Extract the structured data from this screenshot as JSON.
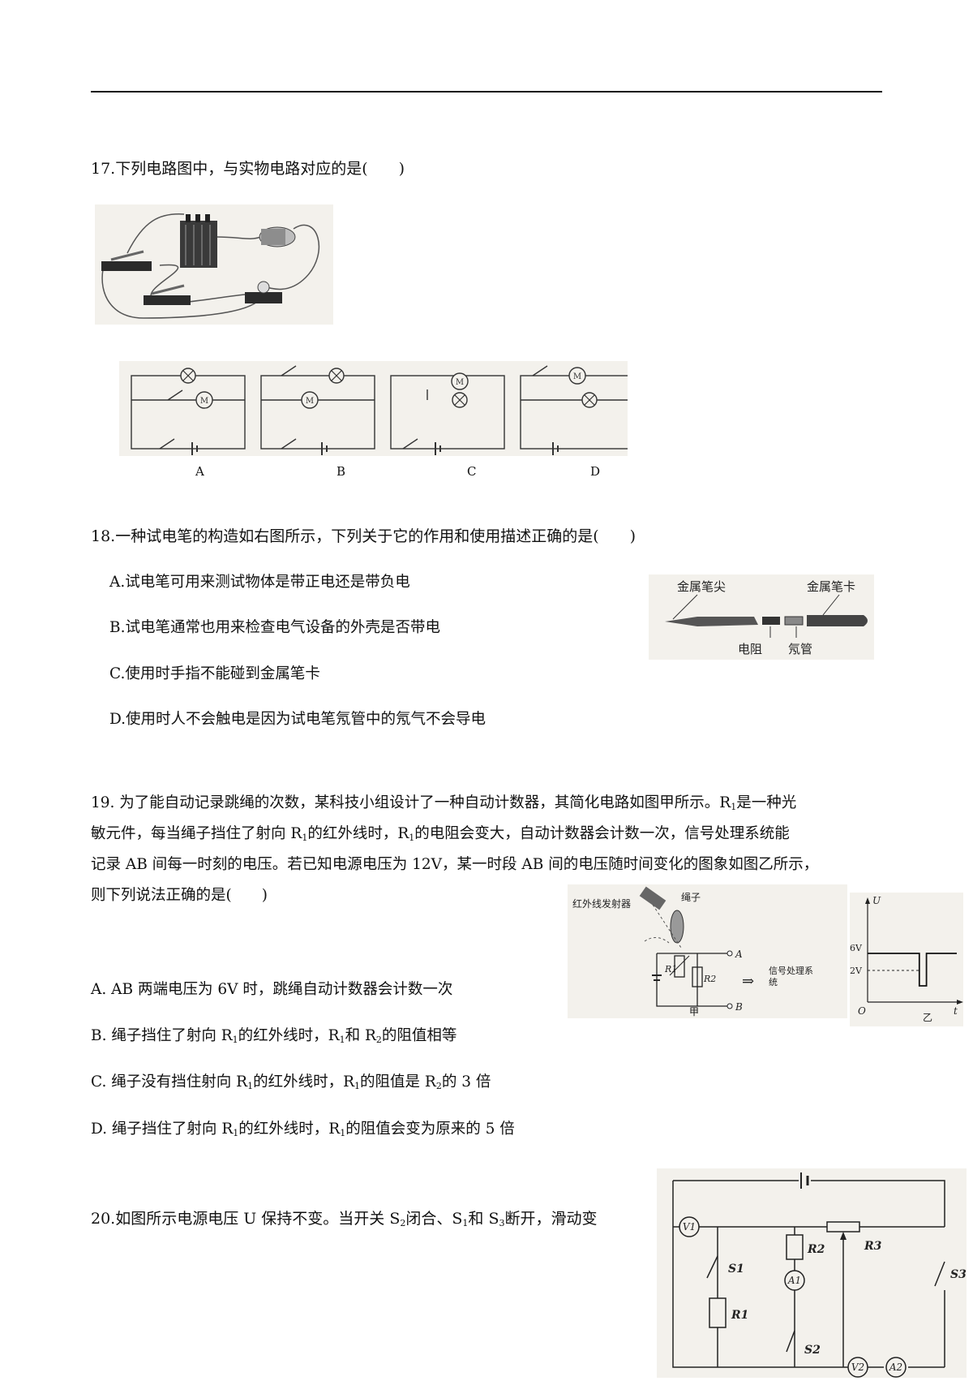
{
  "q17": {
    "stem": "17.下列电路图中，与实物电路对应的是(　　)",
    "choices": [
      "A",
      "B",
      "C",
      "D"
    ],
    "motor_symbol": "M"
  },
  "q18": {
    "stem": "18.一种试电笔的构造如右图所示，下列关于它的作用和使用描述正确的是(　　)",
    "options": {
      "a": "A.试电笔可用来测试物体是带正电还是带负电",
      "b": "B.试电笔通常也用来检查电气设备的外壳是否带电",
      "c": "C.使用时手指不能碰到金属笔卡",
      "d": "D.使用时人不会触电是因为试电笔氖管中的氖气不会导电"
    },
    "figure_labels": {
      "tip": "金属笔尖",
      "clip": "金属笔卡",
      "resistor": "电阻",
      "neon": "氖管"
    }
  },
  "q19": {
    "line1_a": "19. 为了能自动记录跳绳的次数，某科技小组设计了一种自动计数器，其简化电路如图甲所示。R",
    "line1_sub": "1",
    "line1_b": "是一种光",
    "line2_a": "敏元件，每当绳子挡住了射向 R",
    "line2_sub1": "1",
    "line2_b": "的红外线时，R",
    "line2_sub2": "1",
    "line2_c": "的电阻会变大，自动计数器会计数一次，信号处理系统能",
    "line3": "记录 AB 间每一时刻的电压。若已知电源电压为 12V，某一时段 AB 间的电压随时间变化的图象如图乙所示，",
    "line4": "则下列说法正确的是(　　)",
    "options": {
      "a": "A. AB 两端电压为 6V 时，跳绳自动计数器会计数一次",
      "b_1": "B. 绳子挡住了射向 R",
      "b_2": "的红外线时，R",
      "b_3": "和 R",
      "b_4": "的阻值相等",
      "c_1": "C. 绳子没有挡住射向 R",
      "c_2": "的红外线时，R",
      "c_3": "的阻值是 R",
      "c_4": "的 3 倍",
      "d_1": "D. 绳子挡住了射向 R",
      "d_2": "的红外线时，R",
      "d_3": "的阻值会变为原来的 5 倍"
    },
    "sub1": "1",
    "sub2": "2",
    "fig_jia": {
      "emitter": "红外线发射器",
      "rope": "绳子",
      "r1": "R1",
      "r2": "R2",
      "a": "A",
      "b": "B",
      "system": "信号处理系统",
      "caption": "甲"
    },
    "fig_yi": {
      "u": "U",
      "t": "t",
      "o": "O",
      "v6": "6V",
      "v2": "2V",
      "caption": "乙"
    },
    "chart_data": {
      "type": "line",
      "xlabel": "t",
      "ylabel": "U",
      "ytick_labels": [
        "2V",
        "6V"
      ],
      "series": [
        {
          "x": [
            0,
            0.58,
            0.58,
            0.66,
            0.66,
            1
          ],
          "y": [
            6,
            6,
            2,
            2,
            6,
            6
          ]
        }
      ]
    }
  },
  "q20": {
    "stem_1": "20.如图所示电源电压 U 保持不变。当开关 S",
    "stem_2": "闭合、S",
    "stem_3": "和 S",
    "stem_4": "断开，滑动变",
    "fig": {
      "v1": "V1",
      "v2": "V2",
      "a1": "A1",
      "a2": "A2",
      "s1": "S1",
      "s2": "S2",
      "s3": "S3",
      "r1": "R1",
      "r2": "R2",
      "r3": "R3"
    }
  }
}
